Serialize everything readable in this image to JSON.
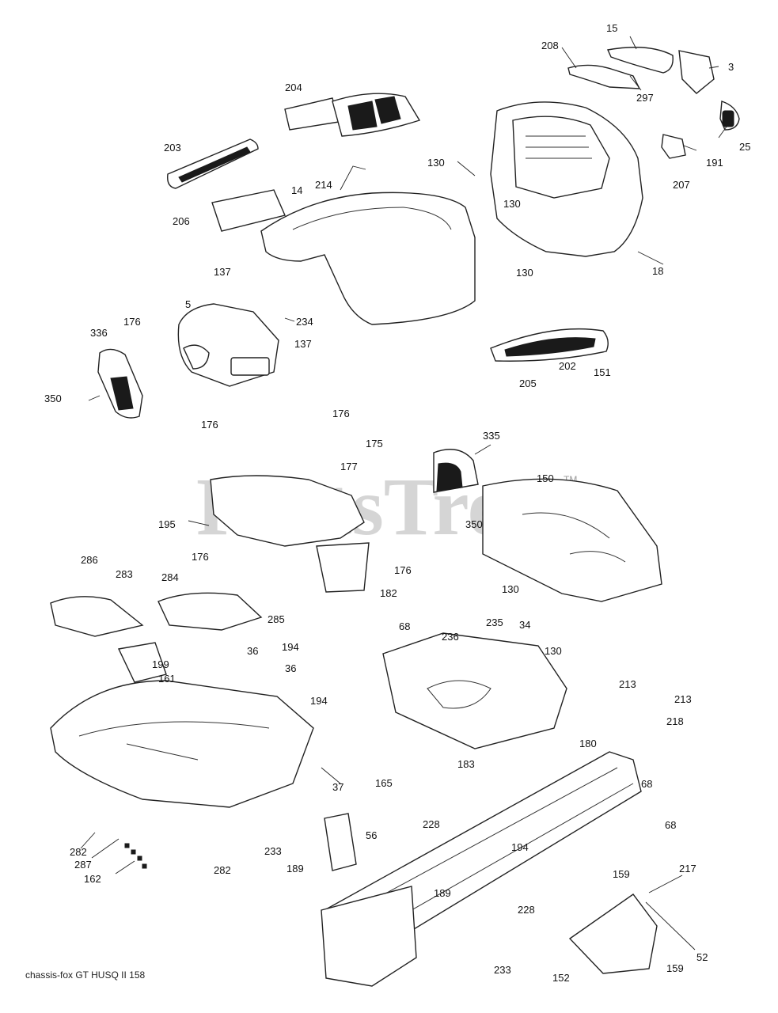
{
  "watermark": {
    "brand": "PartsTree",
    "tm": "TM"
  },
  "footer": {
    "code": "chassis-fox GT HUSQ II 158"
  },
  "callouts": [
    "15",
    "208",
    "3",
    "297",
    "204",
    "25",
    "191",
    "203",
    "130",
    "214",
    "207",
    "14",
    "206",
    "130",
    "130",
    "18",
    "137",
    "5",
    "234",
    "137",
    "336",
    "176",
    "202",
    "151",
    "205",
    "350",
    "176",
    "176",
    "175",
    "335",
    "177",
    "150",
    "195",
    "350",
    "286",
    "176",
    "283",
    "176",
    "284",
    "182",
    "130",
    "285",
    "68",
    "235",
    "236",
    "34",
    "130",
    "199",
    "36",
    "194",
    "161",
    "36",
    "194",
    "213",
    "213",
    "218",
    "180",
    "183",
    "37",
    "165",
    "68",
    "228",
    "56",
    "68",
    "233",
    "194",
    "282",
    "287",
    "189",
    "282",
    "162",
    "159",
    "217",
    "189",
    "228",
    "52",
    "233",
    "152",
    "159"
  ]
}
